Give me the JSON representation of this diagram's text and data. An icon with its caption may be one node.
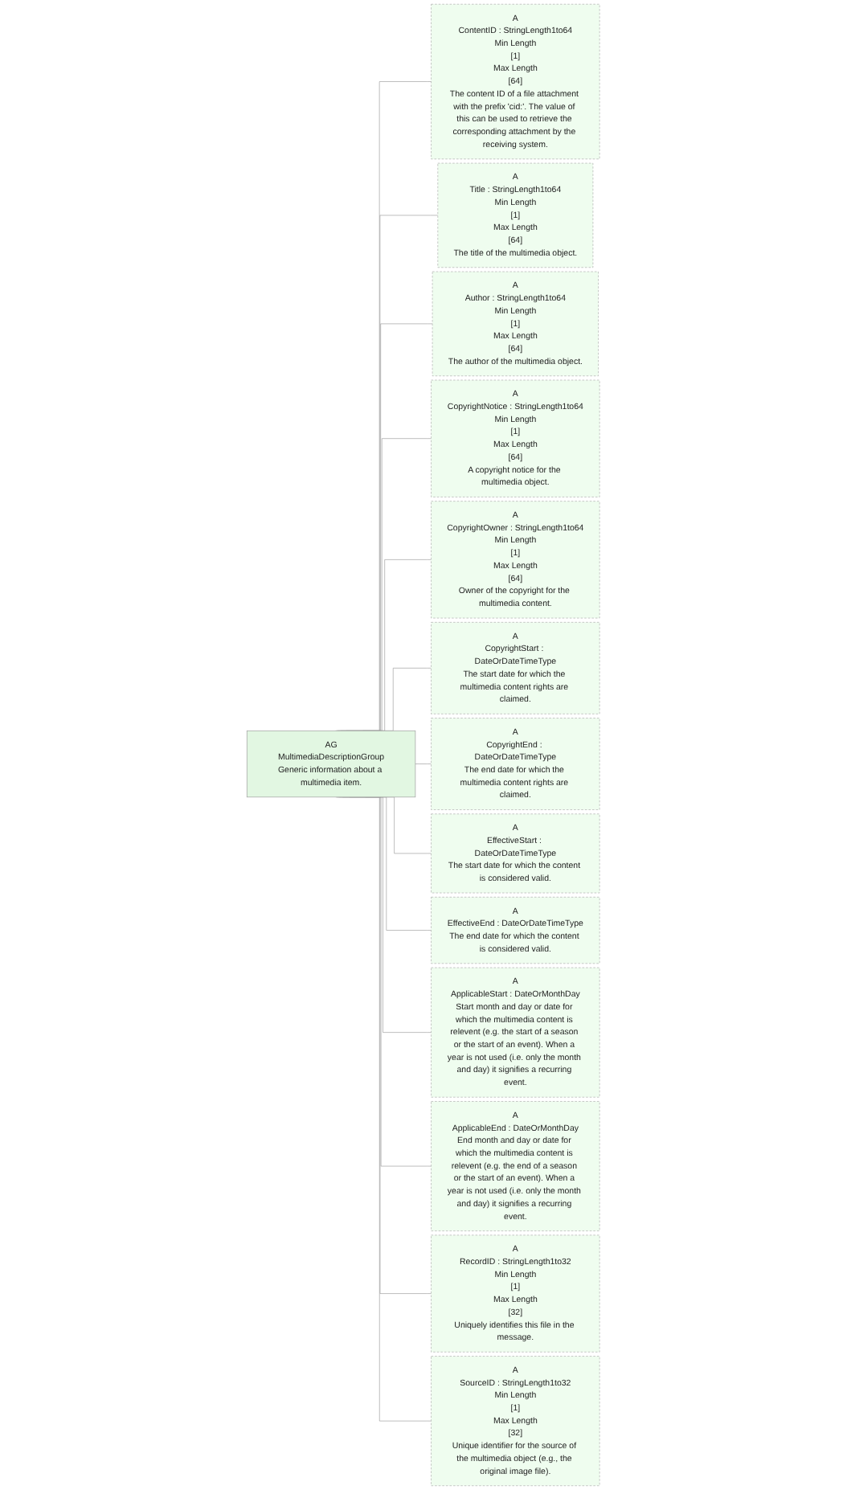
{
  "diagram": {
    "nodes": [
      {
        "text": [
          "AG",
          "MultimediaDescriptionGroup",
          "Generic information about a multimedia item."
        ]
      },
      {
        "text": [
          "A",
          "ContentID : StringLength1to64",
          "Min Length",
          "[1]",
          "Max Length",
          "[64]",
          "The content ID of a file attachment with the prefix 'cid:'. The value of this can be used to retrieve the corresponding attachment by the receiving system."
        ]
      },
      {
        "text": [
          "A",
          "Title : StringLength1to64",
          "Min Length",
          "[1]",
          "Max Length",
          "[64]",
          "The title of the multimedia object."
        ]
      },
      {
        "text": [
          "A",
          "Author : StringLength1to64",
          "Min Length",
          "[1]",
          "Max Length",
          "[64]",
          "The author of the multimedia object."
        ]
      },
      {
        "text": [
          "A",
          "CopyrightNotice : StringLength1to64",
          "Min Length",
          "[1]",
          "Max Length",
          "[64]",
          "A copyright notice for the multimedia object."
        ]
      },
      {
        "text": [
          "A",
          "CopyrightOwner : StringLength1to64",
          "Min Length",
          "[1]",
          "Max Length",
          "[64]",
          "Owner of the copyright for the multimedia content."
        ]
      },
      {
        "text": [
          "A",
          "CopyrightStart : DateOrDateTimeType",
          "The start date for which the multimedia content rights are claimed."
        ]
      },
      {
        "text": [
          "A",
          "CopyrightEnd : DateOrDateTimeType",
          "The end date for which the multimedia content rights are claimed."
        ]
      },
      {
        "text": [
          "A",
          "EffectiveStart : DateOrDateTimeType",
          "The start date for which the content is considered valid."
        ]
      },
      {
        "text": [
          "A",
          "EffectiveEnd : DateOrDateTimeType",
          "The end date for which the content is considered valid."
        ]
      },
      {
        "text": [
          "A",
          "ApplicableStart : DateOrMonthDay",
          "Start month and day or date for which the multimedia content is relevent (e.g. the start of a season or the start of an event). When a year is not used (i.e. only the month and day) it signifies a recurring event."
        ]
      },
      {
        "text": [
          "A",
          "ApplicableEnd : DateOrMonthDay",
          "End month and day or date for which the multimedia content is relevent (e.g. the end of a season or the start of an event). When a year is not used (i.e. only the month and day) it signifies a recurring event."
        ]
      },
      {
        "text": [
          "A",
          "RecordID : StringLength1to32",
          "Min Length",
          "[1]",
          "Max Length",
          "[32]",
          "Uniquely identifies this file in the message."
        ]
      },
      {
        "text": [
          "A",
          "SourceID : StringLength1to32",
          "Min Length",
          "[1]",
          "Max Length",
          "[32]",
          "Unique identifier for the source of the multimedia object (e.g., the original image file)."
        ]
      }
    ],
    "edges": [
      {
        "from": 0,
        "to": 1,
        "arrow": "none"
      },
      {
        "from": 0,
        "to": 2,
        "arrow": "none"
      },
      {
        "from": 0,
        "to": 3,
        "arrow": "none"
      },
      {
        "from": 0,
        "to": 4,
        "arrow": "none"
      },
      {
        "from": 0,
        "to": 5,
        "arrow": "none"
      },
      {
        "from": 0,
        "to": 6,
        "arrow": "none"
      },
      {
        "from": 0,
        "to": 7,
        "arrow": "none"
      },
      {
        "from": 0,
        "to": 8,
        "arrow": "none"
      },
      {
        "from": 0,
        "to": 9,
        "arrow": "none"
      },
      {
        "from": 0,
        "to": 10,
        "arrow": "none"
      },
      {
        "from": 0,
        "to": 11,
        "arrow": "none"
      },
      {
        "from": 0,
        "to": 12,
        "arrow": "none"
      },
      {
        "from": 0,
        "to": 13,
        "arrow": "none"
      }
    ]
  }
}
